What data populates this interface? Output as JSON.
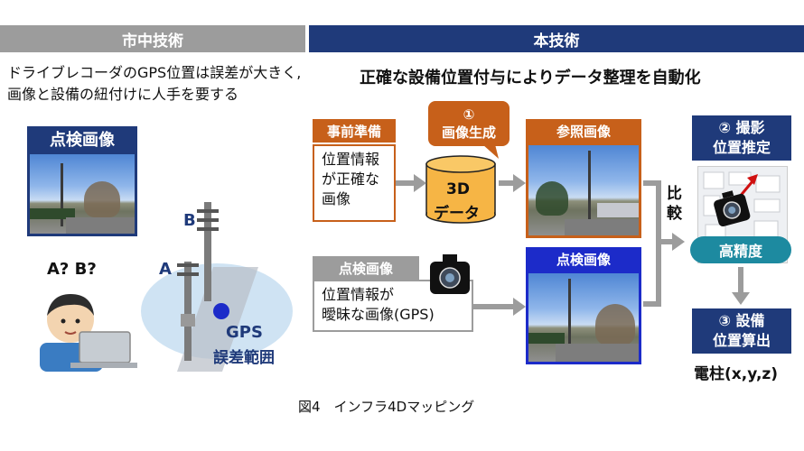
{
  "left_header": "市中技術",
  "right_header": "本技術",
  "left_desc": [
    "ドライブレコーダのGPS位置は誤差が大きく,",
    "画像と設備の紐付けに人手を要する"
  ],
  "right_title": "正確な設備位置付与によりデータ整理を自動化",
  "left_photo_label": "点検画像",
  "ab_question": "A? B?",
  "pole_b": "B",
  "pole_a": "A",
  "gps_label": [
    "GPS",
    "誤差範囲"
  ],
  "prep_label": "事前準備",
  "prep_box": [
    "位置情報",
    "が正確な",
    "画像"
  ],
  "step1": [
    "①",
    "画像生成"
  ],
  "data_3d": [
    "3D",
    "データ"
  ],
  "ref_label": "参照画像",
  "insp_label": "点検画像",
  "insp_box": [
    "位置情報が",
    "曖昧な画像(GPS)"
  ],
  "insp_photo_label": "点検画像",
  "compare": [
    "比",
    "較"
  ],
  "step2": [
    "② 撮影",
    "位置推定"
  ],
  "high_precision": "高精度",
  "step3": [
    "③ 設備",
    "位置算出"
  ],
  "result": "電柱(x,y,z)",
  "caption": "図4　インフラ4Dマッピング",
  "icons": [
    "camera-icon",
    "person-laptop-icon",
    "utility-pole-icon",
    "cylinder-icon",
    "arrow-icon"
  ],
  "colors": {
    "navy": "#1f3a7a",
    "orange": "#c7601a",
    "blue": "#1c2bc9",
    "gray": "#9c9c9c",
    "teal": "#1d8aa0"
  }
}
